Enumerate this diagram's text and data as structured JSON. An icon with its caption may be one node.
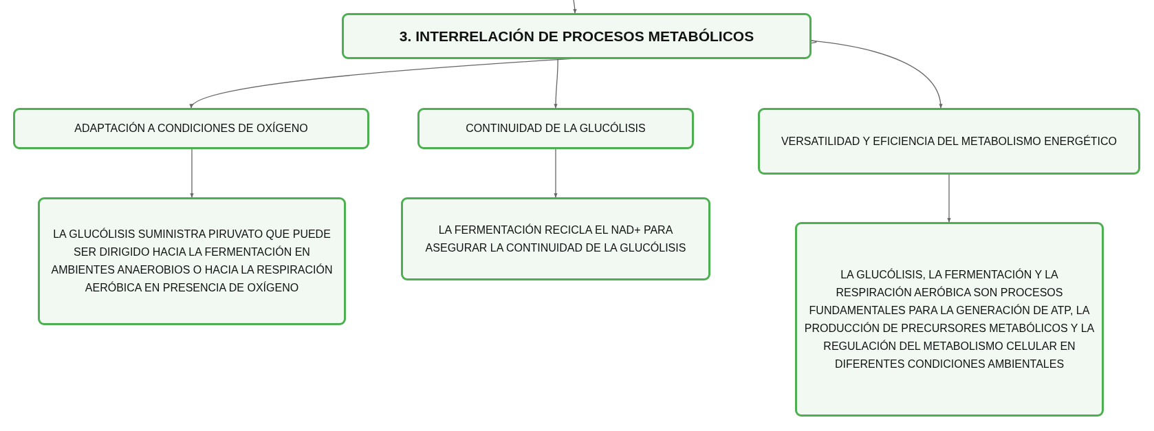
{
  "diagram": {
    "nodes": [
      {
        "text": [
          "3. INTERRELACIÓN DE PROCESOS METABÓLICOS"
        ]
      },
      {
        "text": [
          "ADAPTACIÓN A CONDICIONES DE OXÍGENO"
        ]
      },
      {
        "text": [
          "CONTINUIDAD DE LA GLUCÓLISIS"
        ]
      },
      {
        "text": [
          "VERSATILIDAD Y EFICIENCIA DEL METABOLISMO ENERGÉTICO"
        ]
      },
      {
        "text": [
          "LA GLUCÓLISIS SUMINISTRA PIRUVATO QUE PUEDE SER DIRIGIDO HACIA LA FERMENTACIÓN EN AMBIENTES ANAEROBIOS O HACIA LA RESPIRACIÓN AERÓBICA EN PRESENCIA DE OXÍGENO"
        ]
      },
      {
        "text": [
          "LA FERMENTACIÓN RECICLA EL NAD+ PARA ASEGURAR LA CONTINUIDAD DE LA GLUCÓLISIS"
        ]
      },
      {
        "text": [
          "LA GLUCÓLISIS, LA FERMENTACIÓN Y LA RESPIRACIÓN AERÓBICA SON PROCESOS FUNDAMENTALES PARA LA GENERACIÓN DE ATP, LA PRODUCCIÓN DE PRECURSORES METABÓLICOS Y LA REGULACIÓN DEL METABOLISMO CELULAR EN DIFERENTES CONDICIONES AMBIENTALES"
        ]
      }
    ],
    "edges": [
      {
        "from": null,
        "to": 0,
        "arrow": "to"
      },
      {
        "from": 0,
        "to": 1,
        "arrow": "to"
      },
      {
        "from": 0,
        "to": 2,
        "arrow": "to"
      },
      {
        "from": 0,
        "to": 3,
        "arrow": "to"
      },
      {
        "from": 1,
        "to": 4,
        "arrow": "to"
      },
      {
        "from": 2,
        "to": 5,
        "arrow": "to"
      },
      {
        "from": 3,
        "to": 6,
        "arrow": "to"
      }
    ]
  }
}
